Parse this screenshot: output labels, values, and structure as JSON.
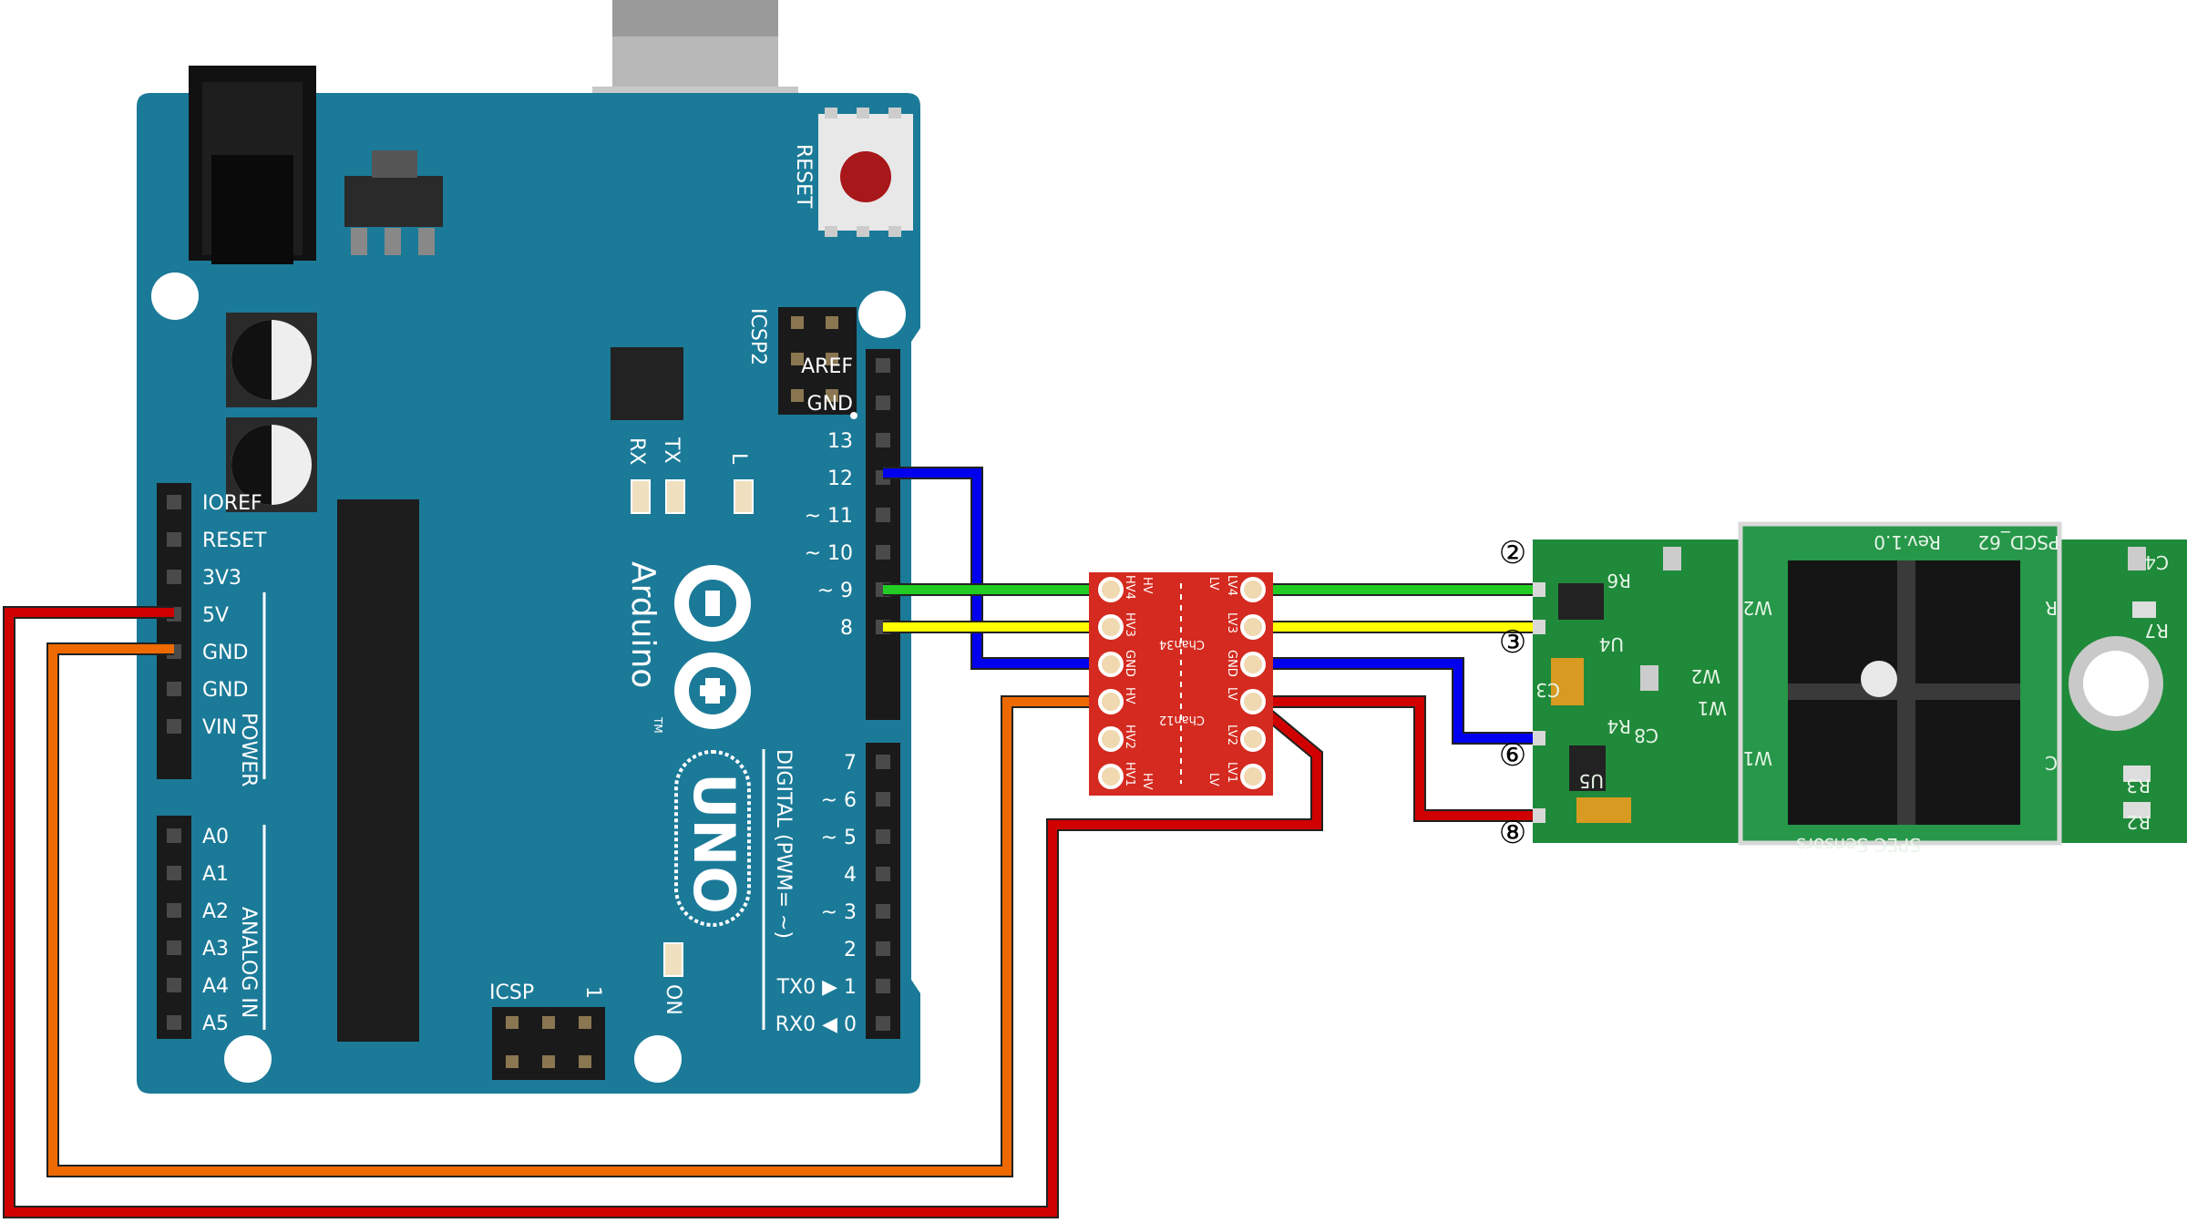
{
  "arduino": {
    "reset_label": "RESET",
    "icsp2_label": "ICSP2",
    "icsp_label": "ICSP",
    "icsp_pin1": "1",
    "rx_label": "RX",
    "tx_label": "TX",
    "l_label": "L",
    "on_label": "ON",
    "brand": "Arduino",
    "tm": "TM",
    "model": "UNO",
    "digital_label": "DIGITAL (PWM= ~)",
    "power_label": "POWER",
    "analog_label": "ANALOG IN",
    "digital_pins_top": [
      "AREF",
      "GND",
      "13",
      "12",
      "~ 11",
      "~ 10",
      "~ 9",
      "8"
    ],
    "digital_pins_bottom": [
      "7",
      "~ 6",
      "~ 5",
      "4",
      "~ 3",
      "2",
      "TX0 ▶ 1",
      "RX0 ◀ 0"
    ],
    "power_pins": [
      "IOREF",
      "RESET",
      "3V3",
      "5V",
      "GND",
      "GND",
      "VIN"
    ],
    "analog_pins": [
      "A0",
      "A1",
      "A2",
      "A3",
      "A4",
      "A5"
    ]
  },
  "level_shifter": {
    "left_labels": [
      "HV4",
      "HV3",
      "GND",
      "HV",
      "HV2",
      "HV1"
    ],
    "right_labels": [
      "LV4",
      "LV3",
      "GND",
      "LV",
      "LV2",
      "LV1"
    ],
    "top_left": "HV",
    "top_right": "LV",
    "bottom_left": "HV",
    "bottom_right": "LV",
    "chan34": "Chan34",
    "chan12": "Chan12"
  },
  "sensor": {
    "pin_markers": [
      "②",
      "③",
      "⑥",
      "⑧"
    ],
    "rev_label": "Rev.1.0",
    "model_label": "PSCD_62",
    "brand_label": "SPEC Sensors",
    "component_labels": [
      "R6",
      "U4",
      "W2",
      "W1",
      "C3",
      "R4",
      "C8",
      "U5",
      "C4",
      "R7",
      "R3",
      "R2",
      "W2",
      "W1",
      "R",
      "C"
    ]
  },
  "wire_colors": {
    "gnd": "#0000ee",
    "data11": "#22cc22",
    "data10": "#ffff00",
    "v3": "#d00000",
    "v5": "#ee6a00"
  }
}
